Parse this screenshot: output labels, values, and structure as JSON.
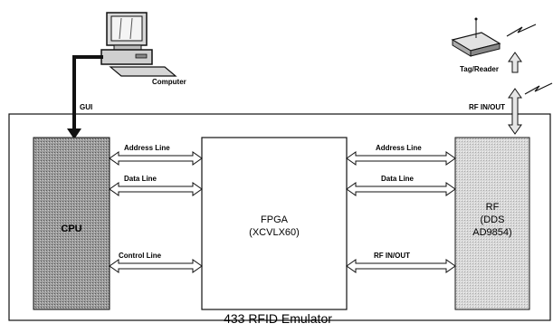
{
  "diagram": {
    "caption": "433 RFID Emulator",
    "nodes": {
      "computer": {
        "label": "Computer"
      },
      "tag_reader": {
        "label": "Tag/Reader"
      },
      "cpu": {
        "label": "CPU"
      },
      "fpga": {
        "line1": "FPGA",
        "line2": "(XCVLX60)"
      },
      "rf": {
        "line1": "RF",
        "line2": "(DDS",
        "line3": "AD9854)"
      }
    },
    "links": {
      "gui": "GUI",
      "rf_top": "RF IN/OUT",
      "cpu_address": "Address Line",
      "cpu_data": "Data Line",
      "cpu_control": "Control Line",
      "rf_address": "Address Line",
      "rf_data": "Data Line",
      "rf_inout": "RF IN/OUT"
    },
    "colors": {
      "cpu_fill": "#8a8a8a",
      "rf_fill": "#d2d2d2",
      "line": "#111111"
    }
  }
}
